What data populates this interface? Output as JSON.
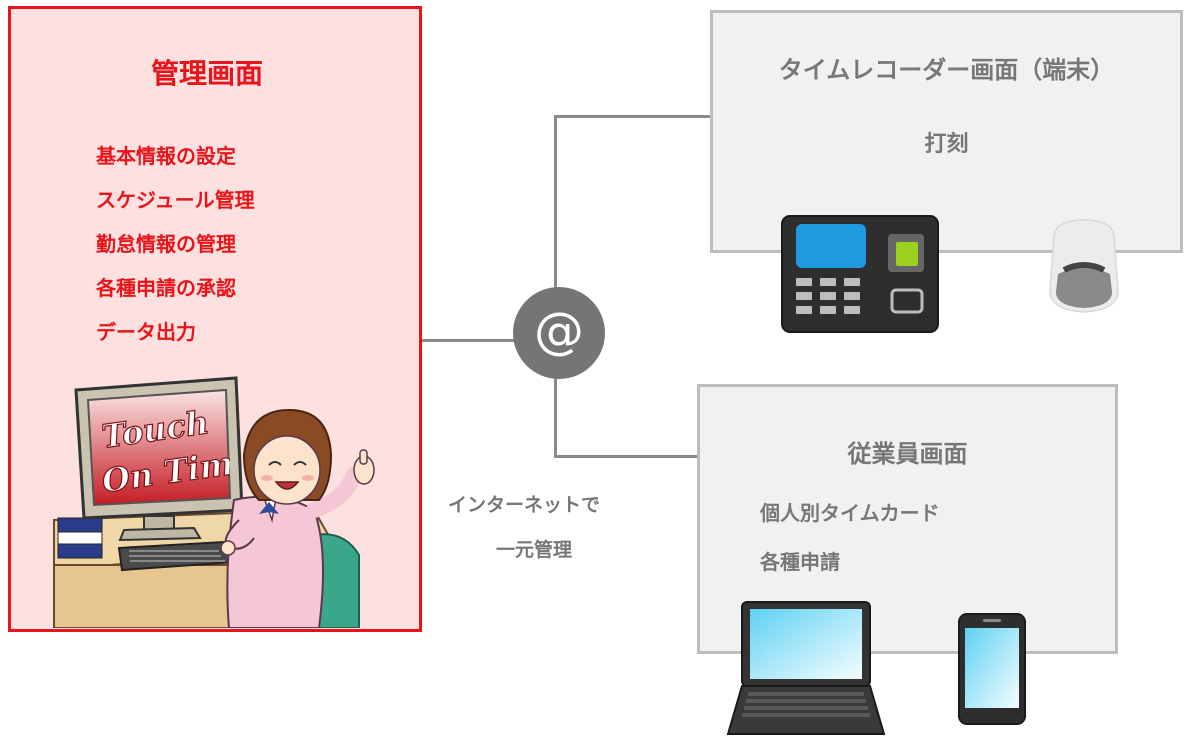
{
  "admin_panel": {
    "title": "管理画面",
    "items": [
      "基本情報の設定",
      "スケジュール管理",
      "勤怠情報の管理",
      "各種申請の承認",
      "データ出力"
    ],
    "logo_text": [
      "Touch",
      "On Time"
    ]
  },
  "time_recorder": {
    "title": "タイムレコーダー画面（端末）",
    "function": "打刻"
  },
  "employee_panel": {
    "title": "従業員画面",
    "items": [
      "個人別タイムカード",
      "各種申請"
    ]
  },
  "network": {
    "symbol": "@",
    "caption_lines": [
      "インターネットで",
      "一元管理"
    ]
  },
  "colors": {
    "accent_red": "#e8141a",
    "admin_bg": "#fde0e0",
    "box_grey": "#f1f1f1",
    "text_grey": "#777777",
    "connector": "#8a8a8a"
  }
}
